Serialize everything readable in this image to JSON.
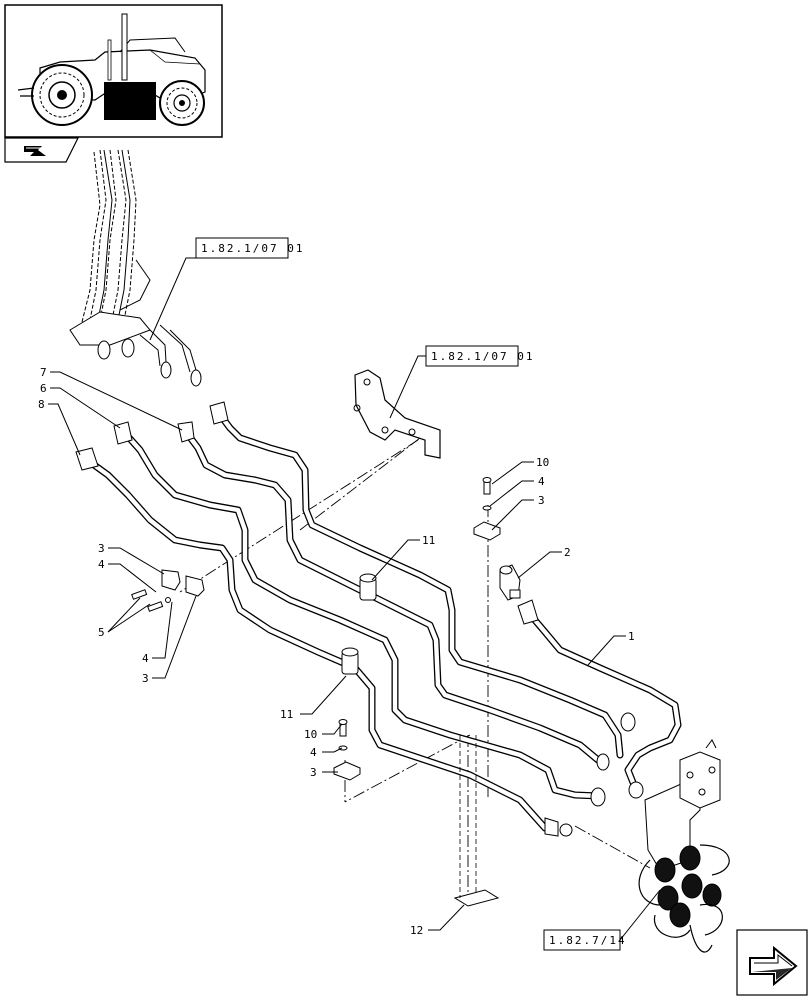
{
  "references": {
    "ref_top": "1.82.1/07 01",
    "ref_mid": "1.82.1/07 01",
    "ref_bottom": "1.82.7/14"
  },
  "callouts": {
    "c1": "1",
    "c2": "2",
    "c3a": "3",
    "c3b": "3",
    "c3c": "3",
    "c3d": "3",
    "c4a": "4",
    "c4b": "4",
    "c4c": "4",
    "c4d": "4",
    "c5": "5",
    "c6": "6",
    "c7": "7",
    "c8": "8",
    "c10a": "10",
    "c10b": "10",
    "c11a": "11",
    "c11b": "11",
    "c12": "12"
  },
  "icons": {
    "thumbnail": "tractor-location-thumbnail",
    "prev_nav": "previous-page-arrow-icon",
    "next_nav": "next-page-arrow-icon"
  }
}
